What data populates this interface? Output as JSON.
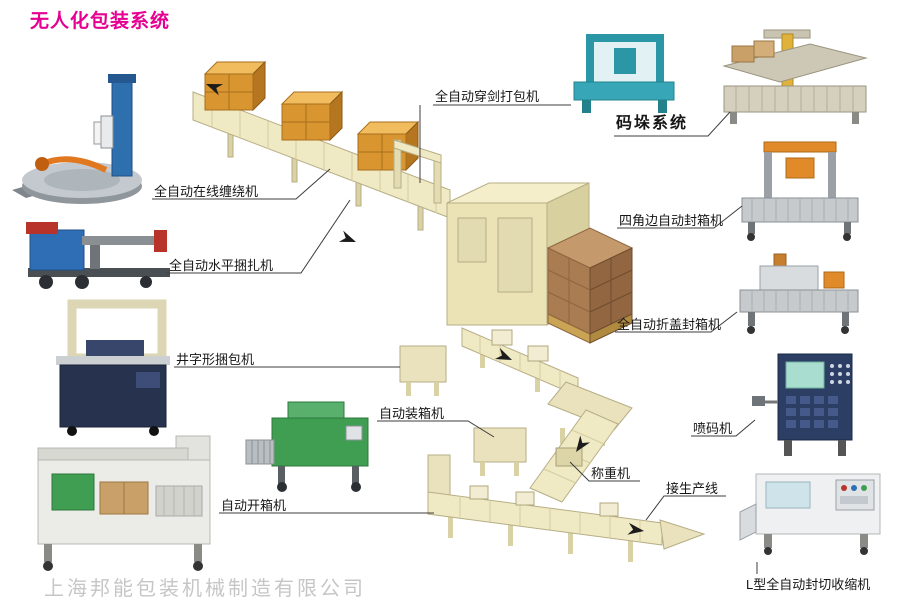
{
  "page": {
    "title": "无人化包装系统",
    "watermark": "上海邦能包装机械制造有限公司"
  },
  "colors": {
    "title_magenta": "#e60092",
    "watermark_gray": "#c4c4c4",
    "line_cream": "#efe9c4",
    "carton_orange": "#d99530",
    "pallet_brown": "#a97c52",
    "baler_teal": "#2b96a6",
    "strapper_blue": "#2f6db5",
    "packer_green": "#3f9e52",
    "inkjet_navy": "#2c3e63",
    "sealer_orange": "#e08a2a"
  },
  "labels": [
    {
      "id": "pallet-wrapper",
      "text": "全自动在线缠绕机"
    },
    {
      "id": "horizontal-strapper",
      "text": "全自动水平捆扎机"
    },
    {
      "id": "cross-strapper",
      "text": "井字形捆包机"
    },
    {
      "id": "carton-opener",
      "text": "自动开箱机"
    },
    {
      "id": "case-packer",
      "text": "自动装箱机"
    },
    {
      "id": "strapping-baler",
      "text": "全自动穿剑打包机"
    },
    {
      "id": "palletizing-system",
      "text": "码垛系统"
    },
    {
      "id": "four-corner-sealer",
      "text": "四角边自动封箱机"
    },
    {
      "id": "flap-fold-sealer",
      "text": "全自动折盖封箱机"
    },
    {
      "id": "inkjet-printer",
      "text": "喷码机"
    },
    {
      "id": "weighing-machine",
      "text": "称重机"
    },
    {
      "id": "production-line-connection",
      "text": "接生产线"
    },
    {
      "id": "l-shrink-wrapper",
      "text": "L型全自动封切收缩机"
    }
  ]
}
